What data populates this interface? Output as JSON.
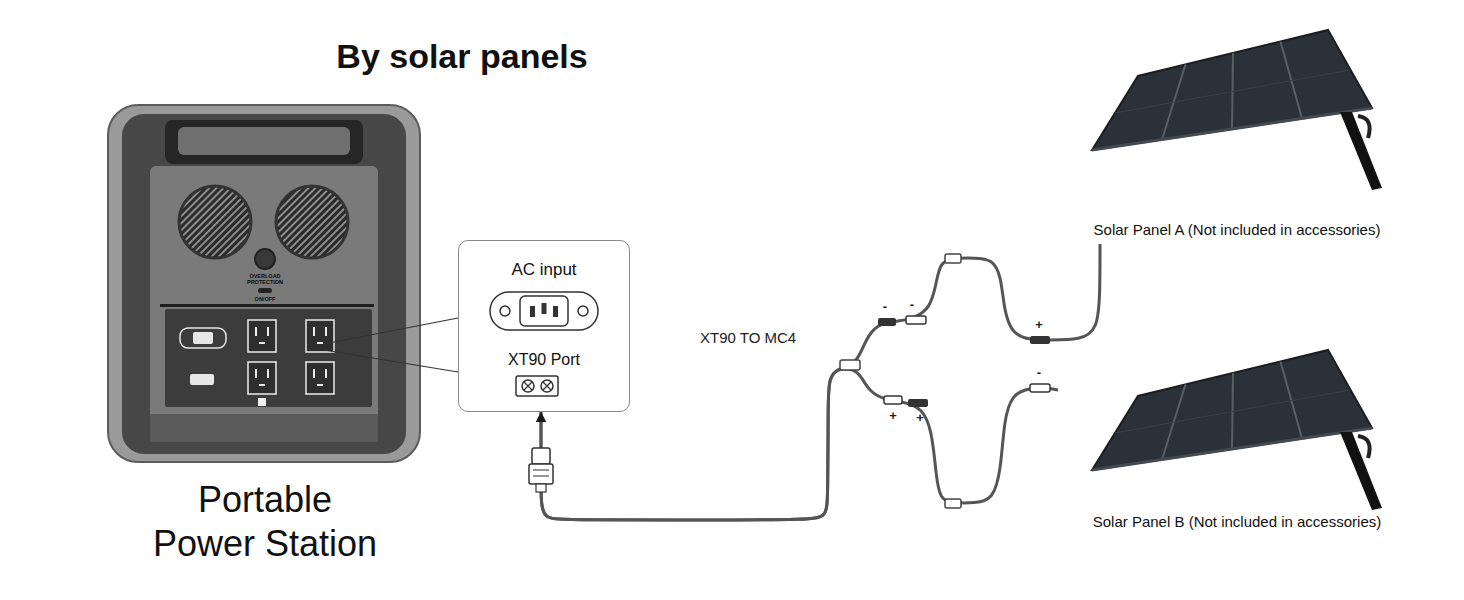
{
  "diagram": {
    "title": "By solar panels",
    "nodes": [
      {
        "text": [
          "Portable Power Station"
        ]
      },
      {
        "text": [
          "AC input",
          "XT90 Port"
        ]
      },
      {
        "text": [
          "Solar Panel A (Not included in accessories)"
        ]
      },
      {
        "text": [
          "Solar Panel B (Not included in accessories)"
        ]
      }
    ],
    "edges": [
      {
        "from": 2,
        "to": 1,
        "arrow": "to"
      },
      {
        "from": 3,
        "to": 1,
        "arrow": "to"
      }
    ],
    "labels": [
      "OVERLOAD PROTECTION",
      "ON/OFF",
      "XT90 TO MC4",
      "-",
      "-",
      "+",
      "+",
      "+",
      "-"
    ]
  }
}
